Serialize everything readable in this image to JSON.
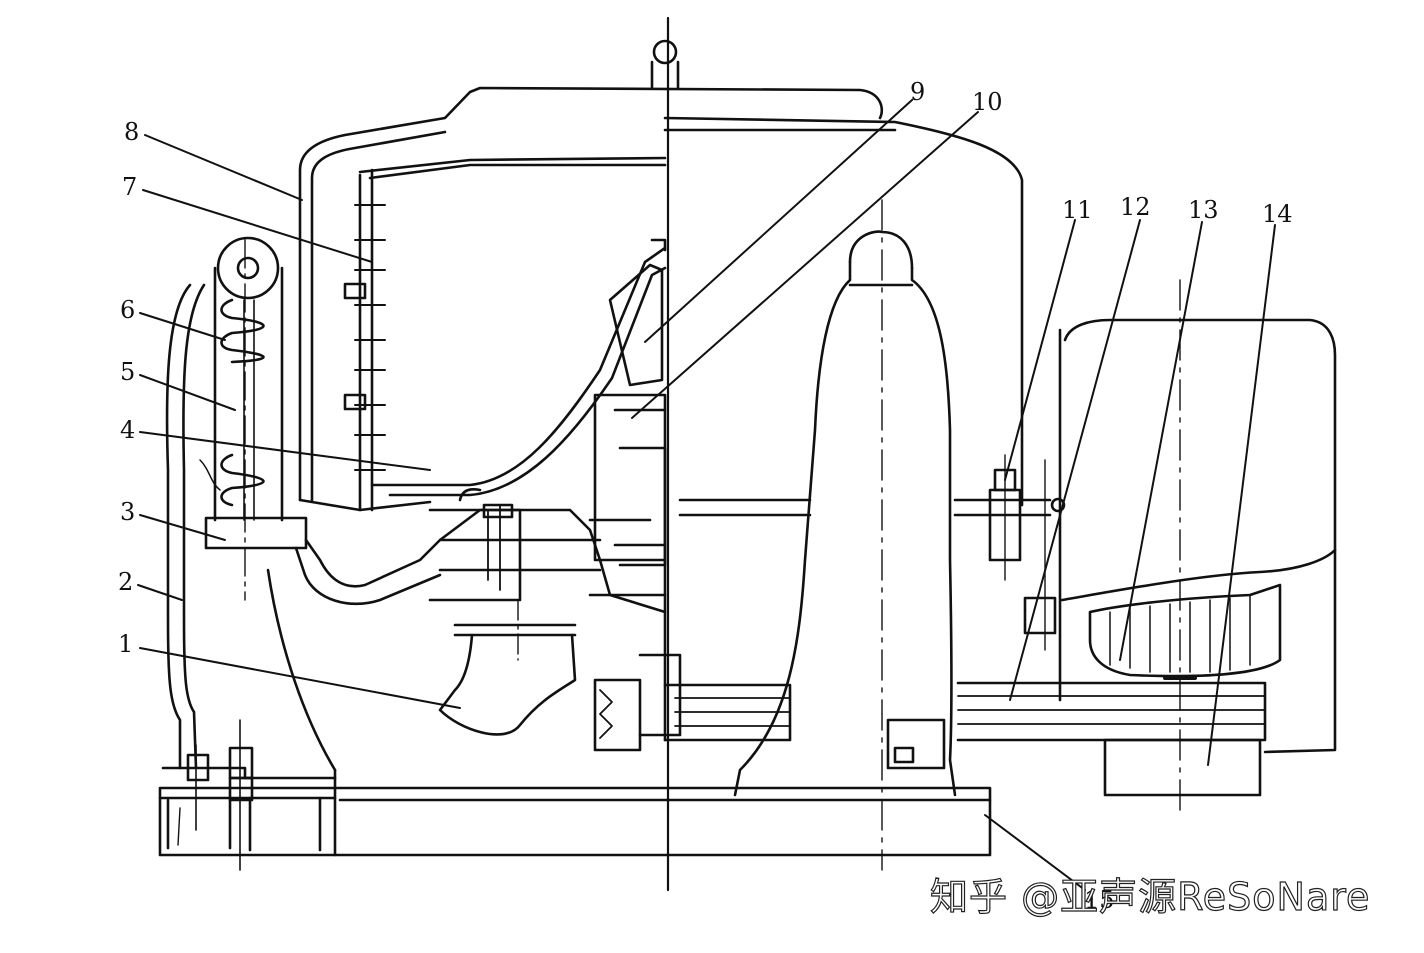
{
  "diagram": {
    "callouts": [
      "1",
      "2",
      "3",
      "4",
      "5",
      "6",
      "7",
      "8",
      "9",
      "10",
      "11",
      "12",
      "13",
      "14",
      "15"
    ]
  },
  "watermark": {
    "text": "知乎 @亚声源ReSoNare"
  }
}
